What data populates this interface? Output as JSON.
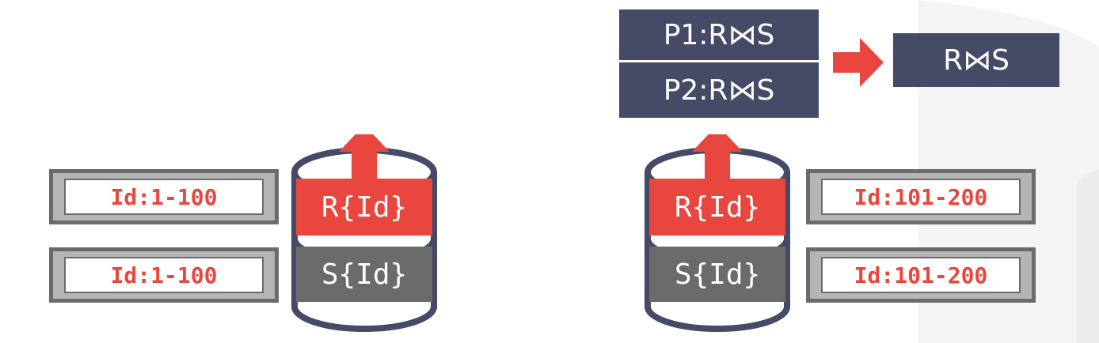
{
  "colors": {
    "accent": "#e8463f",
    "dark": "#454a66",
    "gray": "#6b6b6b",
    "light_gray": "#b5b5b5"
  },
  "left_node": {
    "partitions": [
      {
        "label": "Id:1-100"
      },
      {
        "label": "Id:1-100"
      }
    ],
    "tables": [
      {
        "label": "R{Id}"
      },
      {
        "label": "S{Id}"
      }
    ]
  },
  "right_node": {
    "partitions": [
      {
        "label": "Id:101-200"
      },
      {
        "label": "Id:101-200"
      }
    ],
    "tables": [
      {
        "label": "R{Id}"
      },
      {
        "label": "S{Id}"
      }
    ]
  },
  "partial_results": [
    {
      "label": "P1:R⋈S"
    },
    {
      "label": "P2:R⋈S"
    }
  ],
  "final_result": {
    "label": "R⋈S"
  }
}
